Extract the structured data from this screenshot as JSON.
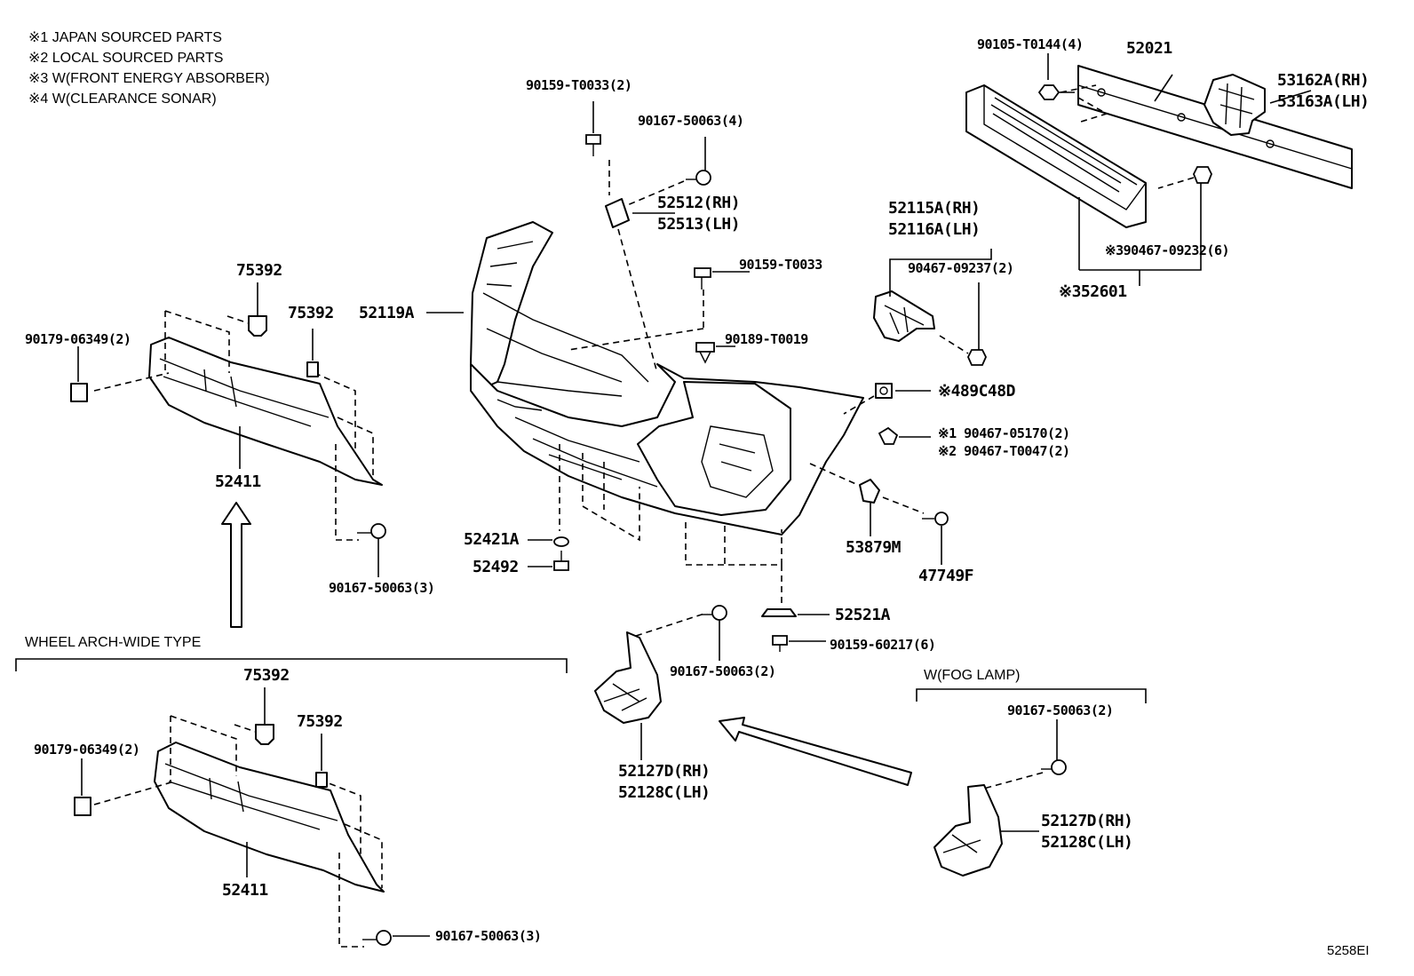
{
  "notes": [
    "※1 JAPAN SOURCED PARTS",
    "※2 LOCAL SOURCED PARTS",
    "※3 W(FRONT ENERGY ABSORBER)",
    "※4 W(CLEARANCE SONAR)"
  ],
  "sections": {
    "wheel_arch": "WHEEL ARCH-WIDE TYPE",
    "fog_lamp": "W(FOG LAMP)"
  },
  "labels": {
    "p90105": "90105-T0144(4)",
    "p52021": "52021",
    "p53162a": "53162A(RH)",
    "p53163a": "53163A(LH)",
    "p90159_t0033_2": "90159-T0033(2)",
    "p90167_4": "90167-50063(4)",
    "p52512": "52512(RH)",
    "p52513": "52513(LH)",
    "p52115a": "52115A(RH)",
    "p52116a": "52116A(LH)",
    "p90467_09237": "90467-09237(2)",
    "p90467_09232": "※390467-09232(6)",
    "p52601": "※352601",
    "p90159_t0033": "90159-T0033",
    "p90189": "90189-T0019",
    "p52119a": "52119A",
    "p75392_a": "75392",
    "p75392_b": "75392",
    "p90179_a": "90179-06349(2)",
    "p52411_a": "52411",
    "p90167_3a": "90167-50063(3)",
    "p89c48d": "※489C48D",
    "p90467_05170": "※1 90467-05170(2)",
    "p90467_t0047": "※2 90467-T0047(2)",
    "p53879m": "53879M",
    "p47749f": "47749F",
    "p52421a": "52421A",
    "p52492": "52492",
    "p52521a": "52521A",
    "p90159_60217": "90159-60217(6)",
    "p90167_2a": "90167-50063(2)",
    "p52127d_a": "52127D(RH)",
    "p52128c_a": "52128C(LH)",
    "p75392_c": "75392",
    "p75392_d": "75392",
    "p90179_b": "90179-06349(2)",
    "p52411_b": "52411",
    "p90167_3b": "90167-50063(3)",
    "p90167_2b": "90167-50063(2)",
    "p52127d_b": "52127D(RH)",
    "p52128c_b": "52128C(LH)"
  },
  "figure_code": "5258EI"
}
